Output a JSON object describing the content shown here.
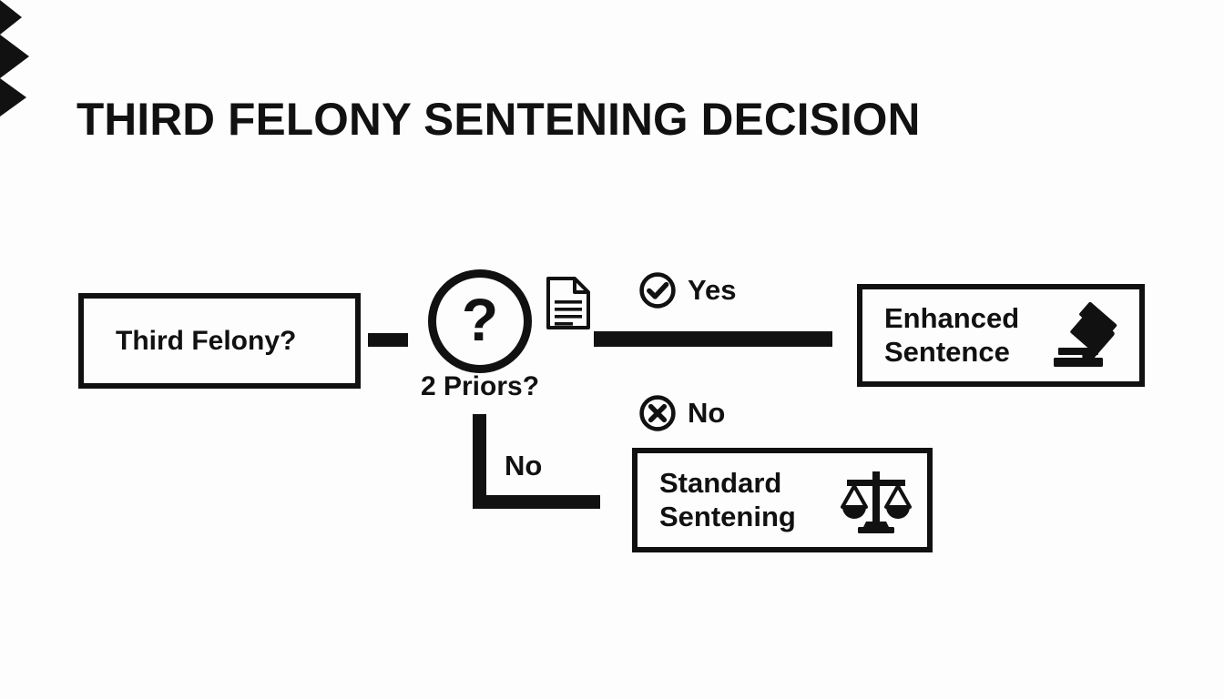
{
  "diagram": {
    "title": "THIRD FELONY SENTENING DECISION",
    "type": "flowchart",
    "background_color": "#fdfdfd",
    "line_color": "#111111",
    "nodes": [
      {
        "id": "third-felony",
        "shape": "rectangle",
        "label": "Third Felony?",
        "icon": null
      },
      {
        "id": "two-priors",
        "shape": "circle",
        "symbol": "?",
        "caption": "2 Priors?",
        "icon": "document-icon"
      },
      {
        "id": "enhanced-sentence",
        "shape": "rectangle",
        "label": "Enhanced\nSentence",
        "icon": "gavel-icon"
      },
      {
        "id": "standard-sentening",
        "shape": "rectangle",
        "label": "Standard\nSentening",
        "icon": "scales-icon"
      }
    ],
    "edges": [
      {
        "id": "entry",
        "from": "third-felony",
        "to": "two-priors",
        "label": ""
      },
      {
        "id": "yes-branch",
        "from": "two-priors",
        "to": "enhanced-sentence",
        "label": "Yes",
        "marker": "check-circle-icon"
      },
      {
        "id": "no-branch",
        "from": "two-priors",
        "to": "standard-sentening",
        "label": "No",
        "marker": "x-circle-icon"
      }
    ],
    "markers": {
      "yes": {
        "label": "Yes",
        "icon": "check-circle-icon"
      },
      "no": {
        "label": "No",
        "icon": "x-circle-icon"
      }
    },
    "edge_labels": {
      "no_branch": "No"
    }
  }
}
